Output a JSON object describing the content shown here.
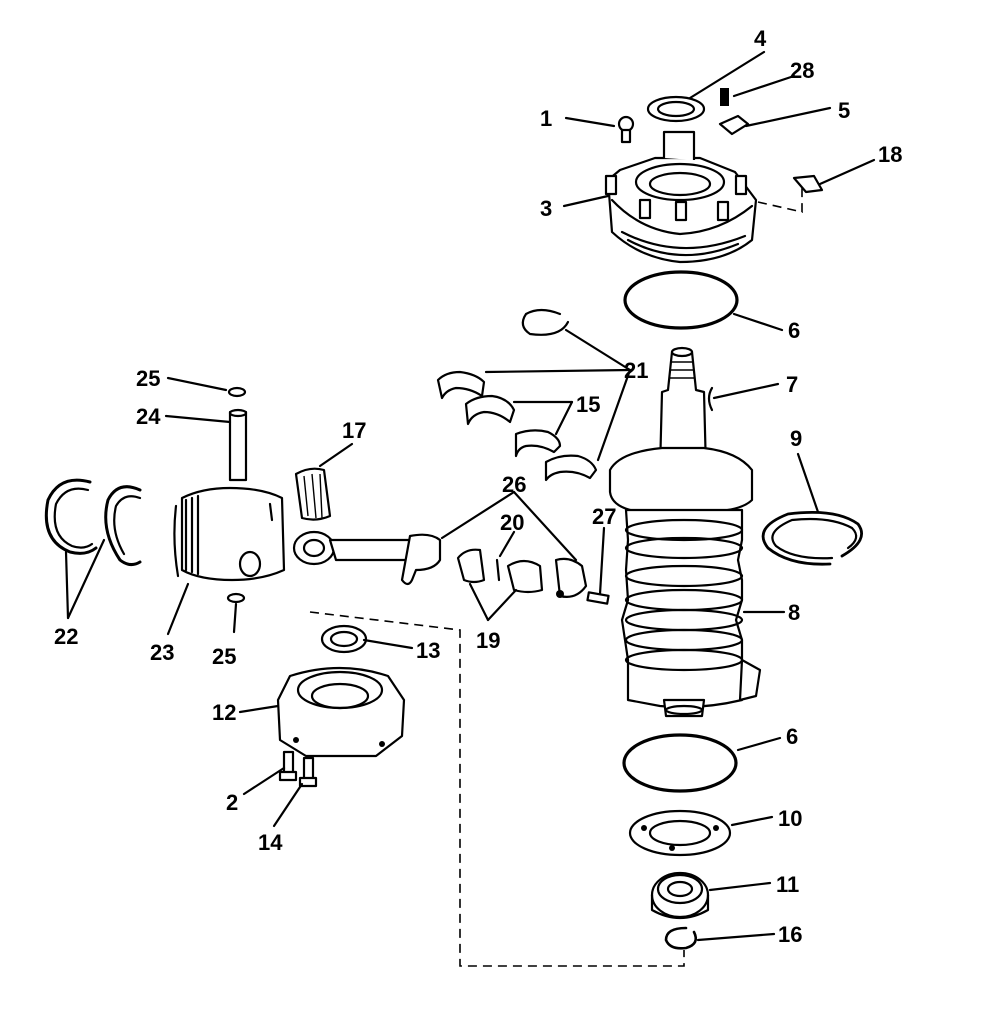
{
  "labels": {
    "n1": "1",
    "n2": "2",
    "n3": "3",
    "n4": "4",
    "n5": "5",
    "n6a": "6",
    "n6b": "6",
    "n7": "7",
    "n8": "8",
    "n9": "9",
    "n10": "10",
    "n11": "11",
    "n12": "12",
    "n13": "13",
    "n14": "14",
    "n15": "15",
    "n16": "16",
    "n17": "17",
    "n18": "18",
    "n19": "19",
    "n20": "20",
    "n21": "21",
    "n22": "22",
    "n23": "23",
    "n24": "24",
    "n25a": "25",
    "n25b": "25",
    "n26": "26",
    "n27": "27",
    "n28": "28"
  }
}
